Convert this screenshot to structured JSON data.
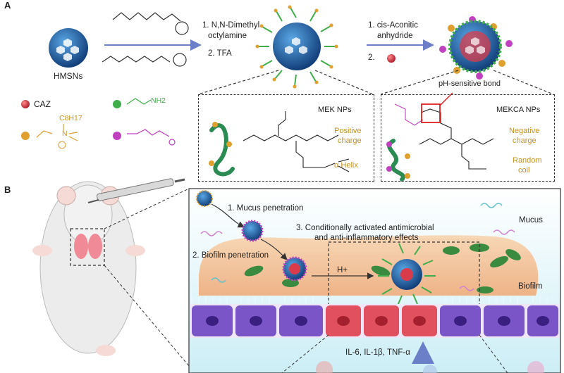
{
  "panel_a": {
    "label": "A",
    "hmsns_label": "HMSNs",
    "step1_line1": "1. N,N-Dimethyl",
    "step1_line2": "octylamine",
    "step1_line3": "2. TFA",
    "step2_line1": "1. cis-Aconitic",
    "step2_line2": "anhydride",
    "step2_line3": "2.",
    "ph_bond": "pH-sensitive bond",
    "legend_caz": "CAZ",
    "legend_c8h17": "C8H17",
    "legend_n": "N",
    "legend_nh2": "NH2",
    "mek_title": "MEK NPs",
    "mek_charge1": "Positive",
    "mek_charge2": "charge",
    "mek_struct": "α Helix",
    "mekca_title": "MEKCA NPs",
    "mekca_charge1": "Negative",
    "mekca_charge2": "charge",
    "mekca_struct1": "Random",
    "mekca_struct2": "coil"
  },
  "panel_b": {
    "label": "B",
    "mucus_pen": "1. Mucus penetration",
    "biofilm_pen": "2. Biofilm penetration",
    "cond_act1": "3. Conditionally activated antimicrobial",
    "cond_act2": "and anti-inflammatory effects",
    "mucus": "Mucus",
    "biofilm": "Biofilm",
    "h_plus": "H+",
    "cytokines": "IL-6, IL-1β, TNF-α"
  },
  "colors": {
    "hmsn_blue": "#1e6fb8",
    "caz_red": "#d93b4a",
    "ammonium_orange": "#e0a030",
    "amine_green": "#3fae4a",
    "carboxyl_magenta": "#c040c0",
    "mucus_cyan": "#d6f1f7",
    "biofilm_orange": "#f3c79c",
    "cell_purple": "#7a55c8",
    "cell_red": "#e0505f"
  }
}
